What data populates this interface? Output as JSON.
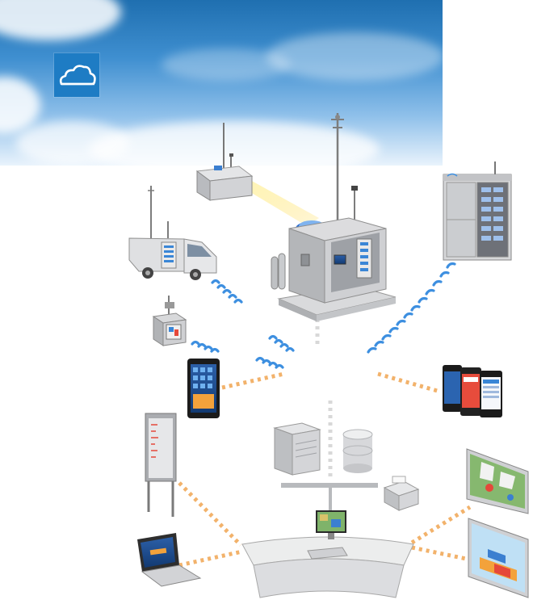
{
  "sky": {
    "color_top": "#1f6fb0",
    "color_bottom": "#e9f3fc"
  },
  "logo": {
    "icon": "cloud-icon",
    "tile_color": "#1e7cc4"
  },
  "colors": {
    "wireless_signal": "#3d8fe0",
    "wired_link": "#f2b26b",
    "ethernet_backbone": "#d8d8d8",
    "equipment_gray": "#c9cbcf"
  },
  "nodes": [
    {
      "id": "remote-station",
      "icon": "small-monitoring-shelter-icon"
    },
    {
      "id": "main-station",
      "icon": "monitoring-station-with-mast-icon"
    },
    {
      "id": "satellite-dish",
      "icon": "satellite-antenna-icon"
    },
    {
      "id": "mobile-lab",
      "icon": "monitoring-van-icon"
    },
    {
      "id": "portable-analyzer",
      "icon": "portable-monitoring-unit-icon"
    },
    {
      "id": "analyzer-cabinet",
      "icon": "analyzer-cabinet-icon"
    },
    {
      "id": "tablet",
      "icon": "tablet-icon"
    },
    {
      "id": "smartphones",
      "icon": "smartphones-icon"
    },
    {
      "id": "info-display",
      "icon": "public-display-board-icon"
    },
    {
      "id": "server",
      "icon": "server-icon"
    },
    {
      "id": "database",
      "icon": "database-icon"
    },
    {
      "id": "printer",
      "icon": "printer-icon"
    },
    {
      "id": "workstation",
      "icon": "operator-workstation-icon"
    },
    {
      "id": "laptop",
      "icon": "laptop-icon"
    },
    {
      "id": "map-screen",
      "icon": "map-display-icon"
    },
    {
      "id": "model-screen",
      "icon": "3d-model-display-icon"
    }
  ]
}
